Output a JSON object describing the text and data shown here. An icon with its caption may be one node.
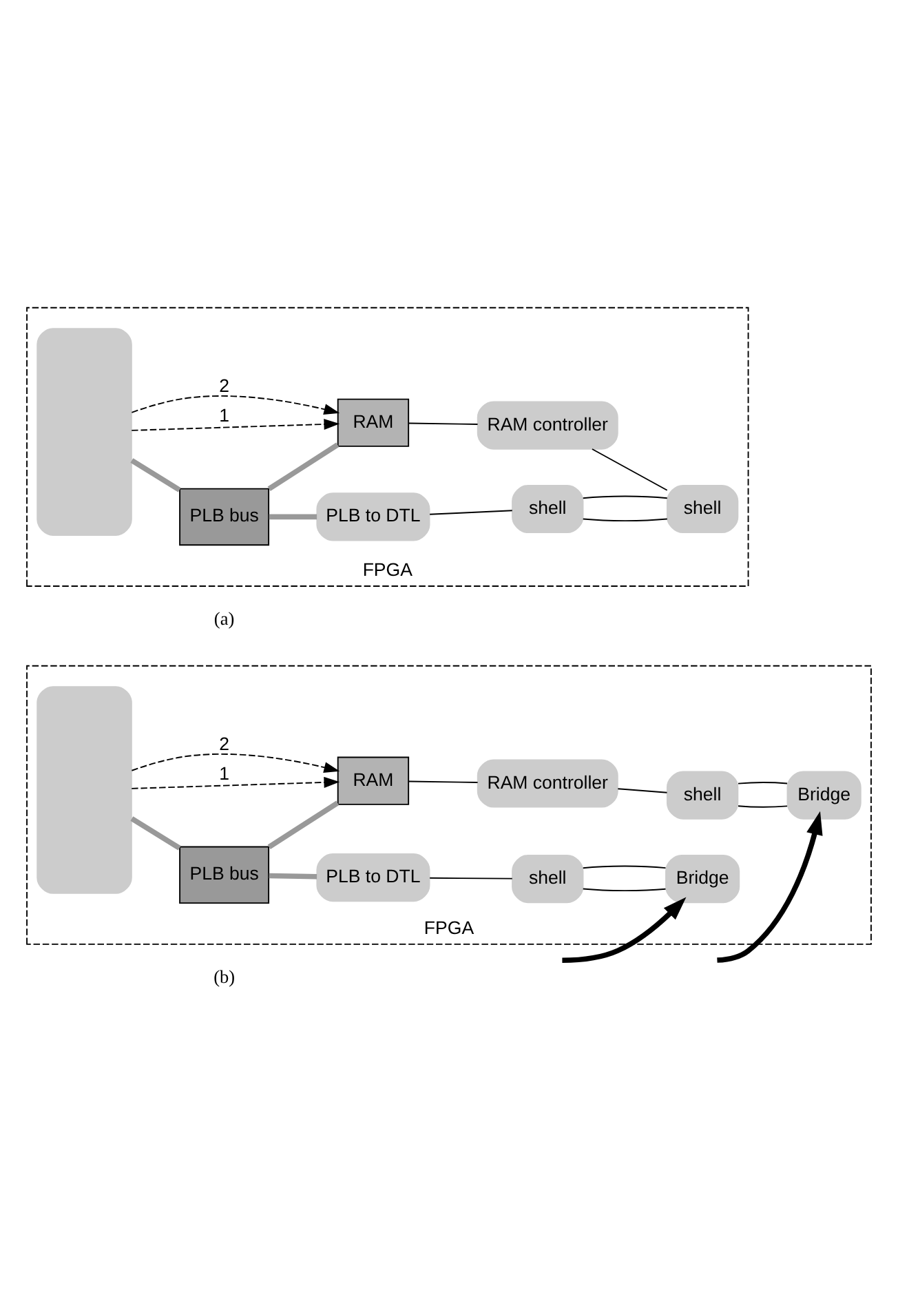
{
  "diagram": {
    "nodes": [
      {
        "text": [
          "FPGA"
        ]
      },
      {
        "text": [],
        "shape": "box",
        "in": 0
      },
      {
        "text": [
          "PLB bus"
        ],
        "in": 0
      },
      {
        "text": [
          "PLB to DTL"
        ],
        "in": 0
      },
      {
        "text": [
          "shell"
        ],
        "in": 0
      },
      {
        "text": [
          "RAM"
        ],
        "in": 0
      },
      {
        "text": [
          "RAM controller"
        ],
        "in": 0
      },
      {
        "text": [
          "shell"
        ],
        "in": 0
      },
      {
        "text": [
          "FPGA"
        ]
      },
      {
        "text": [],
        "shape": "box",
        "in": 8
      },
      {
        "text": [
          "PLB bus"
        ],
        "in": 8
      },
      {
        "text": [
          "PLB to DTL"
        ],
        "in": 8
      },
      {
        "text": [
          "shell"
        ],
        "in": 8
      },
      {
        "text": [
          "RAM"
        ],
        "in": 8
      },
      {
        "text": [
          "RAM controller"
        ],
        "in": 8
      },
      {
        "text": [
          "shell"
        ],
        "in": 8
      },
      {
        "text": [
          "Bridge"
        ],
        "in": 8
      },
      {
        "text": [
          "Bridge"
        ],
        "in": 8
      }
    ],
    "edges": [
      {
        "from": 1,
        "to": 2,
        "arrow": "none",
        "style": "thick",
        "color": "#999999"
      },
      {
        "from": 2,
        "to": 3,
        "arrow": "none",
        "style": "thick",
        "color": "#999999"
      },
      {
        "from": 2,
        "to": 5,
        "arrow": "none",
        "style": "thick",
        "color": "#999999"
      },
      {
        "from": 3,
        "to": 4,
        "arrow": "none"
      },
      {
        "from": 5,
        "to": 6,
        "arrow": "none"
      },
      {
        "from": 6,
        "to": 7,
        "arrow": "none"
      },
      {
        "from": 4,
        "to": 7,
        "arrow": "none"
      },
      {
        "from": 4,
        "to": 7,
        "arrow": "none"
      },
      {
        "from": 1,
        "to": 5,
        "arrow": "to",
        "style": "dashed",
        "label": "1"
      },
      {
        "from": 1,
        "to": 5,
        "arrow": "to",
        "style": "dashed",
        "label": "2"
      },
      {
        "from": 9,
        "to": 10,
        "arrow": "none",
        "style": "thick",
        "color": "#999999"
      },
      {
        "from": 10,
        "to": 11,
        "arrow": "none",
        "style": "thick",
        "color": "#999999"
      },
      {
        "from": 10,
        "to": 13,
        "arrow": "none",
        "style": "thick",
        "color": "#999999"
      },
      {
        "from": 11,
        "to": 12,
        "arrow": "none"
      },
      {
        "from": 13,
        "to": 14,
        "arrow": "none"
      },
      {
        "from": 14,
        "to": 15,
        "arrow": "none"
      },
      {
        "from": 12,
        "to": 16,
        "arrow": "none"
      },
      {
        "from": 12,
        "to": 16,
        "arrow": "none"
      },
      {
        "from": 15,
        "to": 17,
        "arrow": "none"
      },
      {
        "from": 15,
        "to": 17,
        "arrow": "none"
      },
      {
        "from": 9,
        "to": 13,
        "arrow": "to",
        "style": "dashed",
        "label": "1"
      },
      {
        "from": 9,
        "to": 13,
        "arrow": "to",
        "style": "dashed",
        "label": "2"
      },
      {
        "from": null,
        "to": 16,
        "arrow": "to",
        "style": "thick"
      },
      {
        "from": null,
        "to": 17,
        "arrow": "to",
        "style": "thick"
      }
    ],
    "labels": [
      "(a)",
      "(b)"
    ]
  }
}
